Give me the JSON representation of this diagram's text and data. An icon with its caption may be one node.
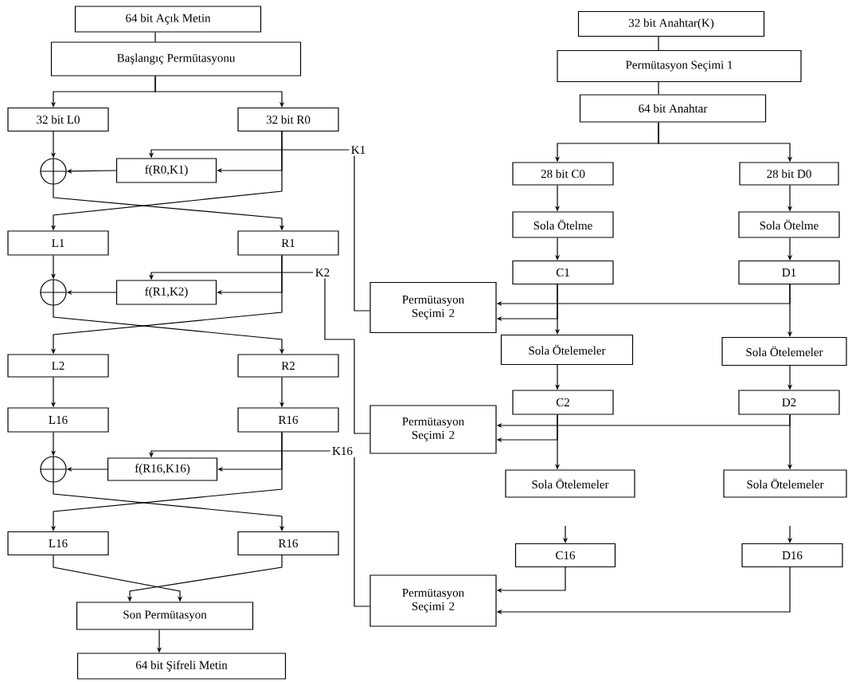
{
  "diagram": {
    "nodes": [
      {
        "text": [
          "64 bit Açık Metin"
        ]
      },
      {
        "text": [
          "Başlangıç Permütasyonu"
        ]
      },
      {
        "text": [
          "32 bit L0"
        ]
      },
      {
        "text": [
          "32 bit R0"
        ]
      },
      {
        "text": [],
        "shape": "circle"
      },
      {
        "text": [
          "f(R0,K1)"
        ]
      },
      {
        "text": [
          "K1"
        ]
      },
      {
        "text": [
          "L1"
        ]
      },
      {
        "text": [
          "R1"
        ]
      },
      {
        "text": [],
        "shape": "circle"
      },
      {
        "text": [
          "f(R1,K2)"
        ]
      },
      {
        "text": [
          "K2"
        ]
      },
      {
        "text": [
          "L2"
        ]
      },
      {
        "text": [
          "R2"
        ]
      },
      {
        "text": [
          "L16"
        ]
      },
      {
        "text": [
          "R16"
        ]
      },
      {
        "text": [],
        "shape": "circle"
      },
      {
        "text": [
          "f(R16,K16)"
        ]
      },
      {
        "text": [
          "K16"
        ]
      },
      {
        "text": [
          "L16"
        ]
      },
      {
        "text": [
          "R16"
        ]
      },
      {
        "text": [
          "Son Permütasyon"
        ]
      },
      {
        "text": [
          "64 bit Şifreli Metin"
        ]
      },
      {
        "text": [
          "32 bit Anahtar(K)"
        ]
      },
      {
        "text": [
          "Permütasyon Seçimi 1"
        ]
      },
      {
        "text": [
          "64 bit Anahtar"
        ]
      },
      {
        "text": [
          "28 bit C0"
        ]
      },
      {
        "text": [
          "28 bit D0"
        ]
      },
      {
        "text": [
          "Sola Ötelme"
        ]
      },
      {
        "text": [
          "Sola Ötelme"
        ]
      },
      {
        "text": [
          "C1"
        ]
      },
      {
        "text": [
          "D1"
        ]
      },
      {
        "text": [
          "Permütasyon Seçimi 2"
        ]
      },
      {
        "text": [
          "Sola Ötelemeler"
        ]
      },
      {
        "text": [
          "Sola Ötelemeler"
        ]
      },
      {
        "text": [
          "C2"
        ]
      },
      {
        "text": [
          "D2"
        ]
      },
      {
        "text": [
          "Permütasyon Seçimi 2"
        ]
      },
      {
        "text": [
          "Sola Ötelemeler"
        ]
      },
      {
        "text": [
          "Sola Ötelemeler"
        ]
      },
      {
        "text": [
          "C16"
        ]
      },
      {
        "text": [
          "D16"
        ]
      },
      {
        "text": [
          "Permütasyon Seçimi 2"
        ]
      }
    ],
    "edges": [
      {
        "from": 0,
        "to": 1,
        "arrow": "none"
      },
      {
        "from": 1,
        "to": 2,
        "arrow": "to"
      },
      {
        "from": 1,
        "to": 3,
        "arrow": "to"
      },
      {
        "from": 2,
        "to": 4,
        "arrow": "to"
      },
      {
        "from": 3,
        "to": 5,
        "arrow": "to"
      },
      {
        "from": 5,
        "to": 4,
        "arrow": "to"
      },
      {
        "from": 6,
        "to": 5,
        "arrow": "to"
      },
      {
        "from": 4,
        "to": 8,
        "arrow": "to"
      },
      {
        "from": 3,
        "to": 7,
        "arrow": "to"
      },
      {
        "from": 7,
        "to": 9,
        "arrow": "to"
      },
      {
        "from": 8,
        "to": 10,
        "arrow": "to"
      },
      {
        "from": 10,
        "to": 9,
        "arrow": "to"
      },
      {
        "from": 11,
        "to": 10,
        "arrow": "to"
      },
      {
        "from": 9,
        "to": 13,
        "arrow": "to"
      },
      {
        "from": 8,
        "to": 12,
        "arrow": "to"
      },
      {
        "from": 12,
        "to": 14,
        "arrow": "to"
      },
      {
        "from": 13,
        "to": 15,
        "arrow": "to"
      },
      {
        "from": 14,
        "to": 16,
        "arrow": "to"
      },
      {
        "from": 15,
        "to": 17,
        "arrow": "to"
      },
      {
        "from": 17,
        "to": 16,
        "arrow": "to"
      },
      {
        "from": 18,
        "to": 17,
        "arrow": "to"
      },
      {
        "from": 16,
        "to": 20,
        "arrow": "to"
      },
      {
        "from": 15,
        "to": 19,
        "arrow": "to"
      },
      {
        "from": 19,
        "to": 21,
        "arrow": "to"
      },
      {
        "from": 20,
        "to": 21,
        "arrow": "to"
      },
      {
        "from": 21,
        "to": 22,
        "arrow": "to"
      },
      {
        "from": 23,
        "to": 24,
        "arrow": "none"
      },
      {
        "from": 24,
        "to": 25,
        "arrow": "none"
      },
      {
        "from": 25,
        "to": 26,
        "arrow": "to"
      },
      {
        "from": 25,
        "to": 27,
        "arrow": "to"
      },
      {
        "from": 26,
        "to": 28,
        "arrow": "to"
      },
      {
        "from": 27,
        "to": 29,
        "arrow": "to"
      },
      {
        "from": 28,
        "to": 30,
        "arrow": "to"
      },
      {
        "from": 29,
        "to": 31,
        "arrow": "to"
      },
      {
        "from": 30,
        "to": 33,
        "arrow": "to"
      },
      {
        "from": 31,
        "to": 34,
        "arrow": "to"
      },
      {
        "from": 30,
        "to": 32,
        "arrow": "to"
      },
      {
        "from": 31,
        "to": 32,
        "arrow": "to"
      },
      {
        "from": 33,
        "to": 35,
        "arrow": "to"
      },
      {
        "from": 34,
        "to": 36,
        "arrow": "to"
      },
      {
        "from": 35,
        "to": 38,
        "arrow": "to"
      },
      {
        "from": 36,
        "to": 39,
        "arrow": "to"
      },
      {
        "from": 35,
        "to": 37,
        "arrow": "to"
      },
      {
        "from": 36,
        "to": 37,
        "arrow": "to"
      },
      {
        "from": null,
        "to": 40,
        "arrow": "to"
      },
      {
        "from": null,
        "to": 41,
        "arrow": "to"
      },
      {
        "from": 40,
        "to": 42,
        "arrow": "to"
      },
      {
        "from": 41,
        "to": 42,
        "arrow": "to"
      },
      {
        "from": 32,
        "to": 6,
        "arrow": "none"
      },
      {
        "from": 37,
        "to": 11,
        "arrow": "none"
      },
      {
        "from": 42,
        "to": 18,
        "arrow": "none"
      }
    ]
  }
}
